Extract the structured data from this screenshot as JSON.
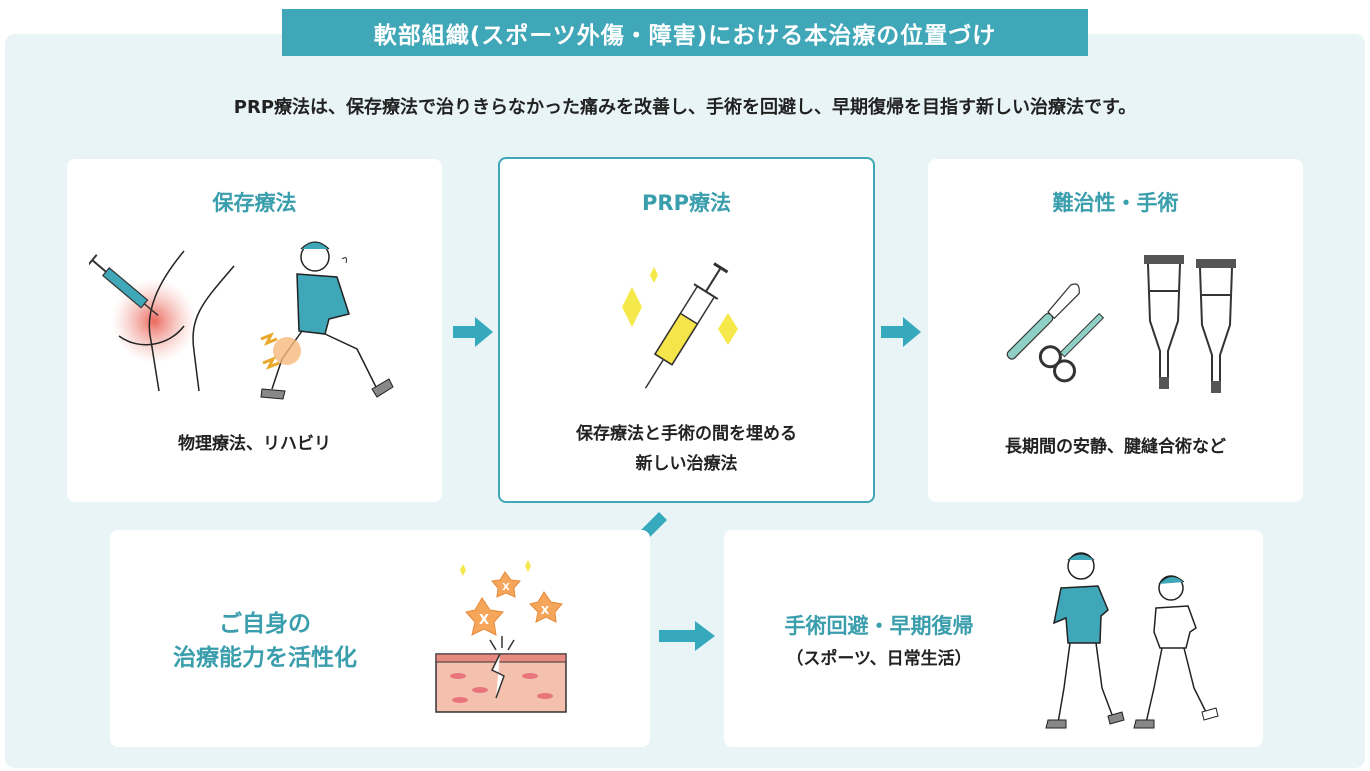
{
  "header": {
    "title": "軟部組織(スポーツ外傷・障害)における本治療の位置づけ"
  },
  "lead": "PRP療法は、保存療法で治りきらなかった痛みを改善し、手術を回避し、早期復帰を目指す新しい治療法です。",
  "cards": {
    "conservative": {
      "title": "保存療法",
      "caption": "物理療法、リハビリ"
    },
    "prp": {
      "title": "PRP療法",
      "caption_line1": "保存療法と手術の間を埋める",
      "caption_line2": "新しい治療法"
    },
    "surgery": {
      "title": "難治性・手術",
      "caption": "長期間の安静、腱縫合術など"
    },
    "healing": {
      "line1": "ご自身の",
      "line2": "治療能力を活性化",
      "badge_letter": "X"
    },
    "recovery": {
      "title": "手術回避・早期復帰",
      "caption": "（スポーツ、日常生活）"
    }
  },
  "colors": {
    "teal": "#3fa7b8",
    "arrow": "#37a9bd",
    "panel": "#e8f4f6",
    "heading": "#3a9ead"
  }
}
